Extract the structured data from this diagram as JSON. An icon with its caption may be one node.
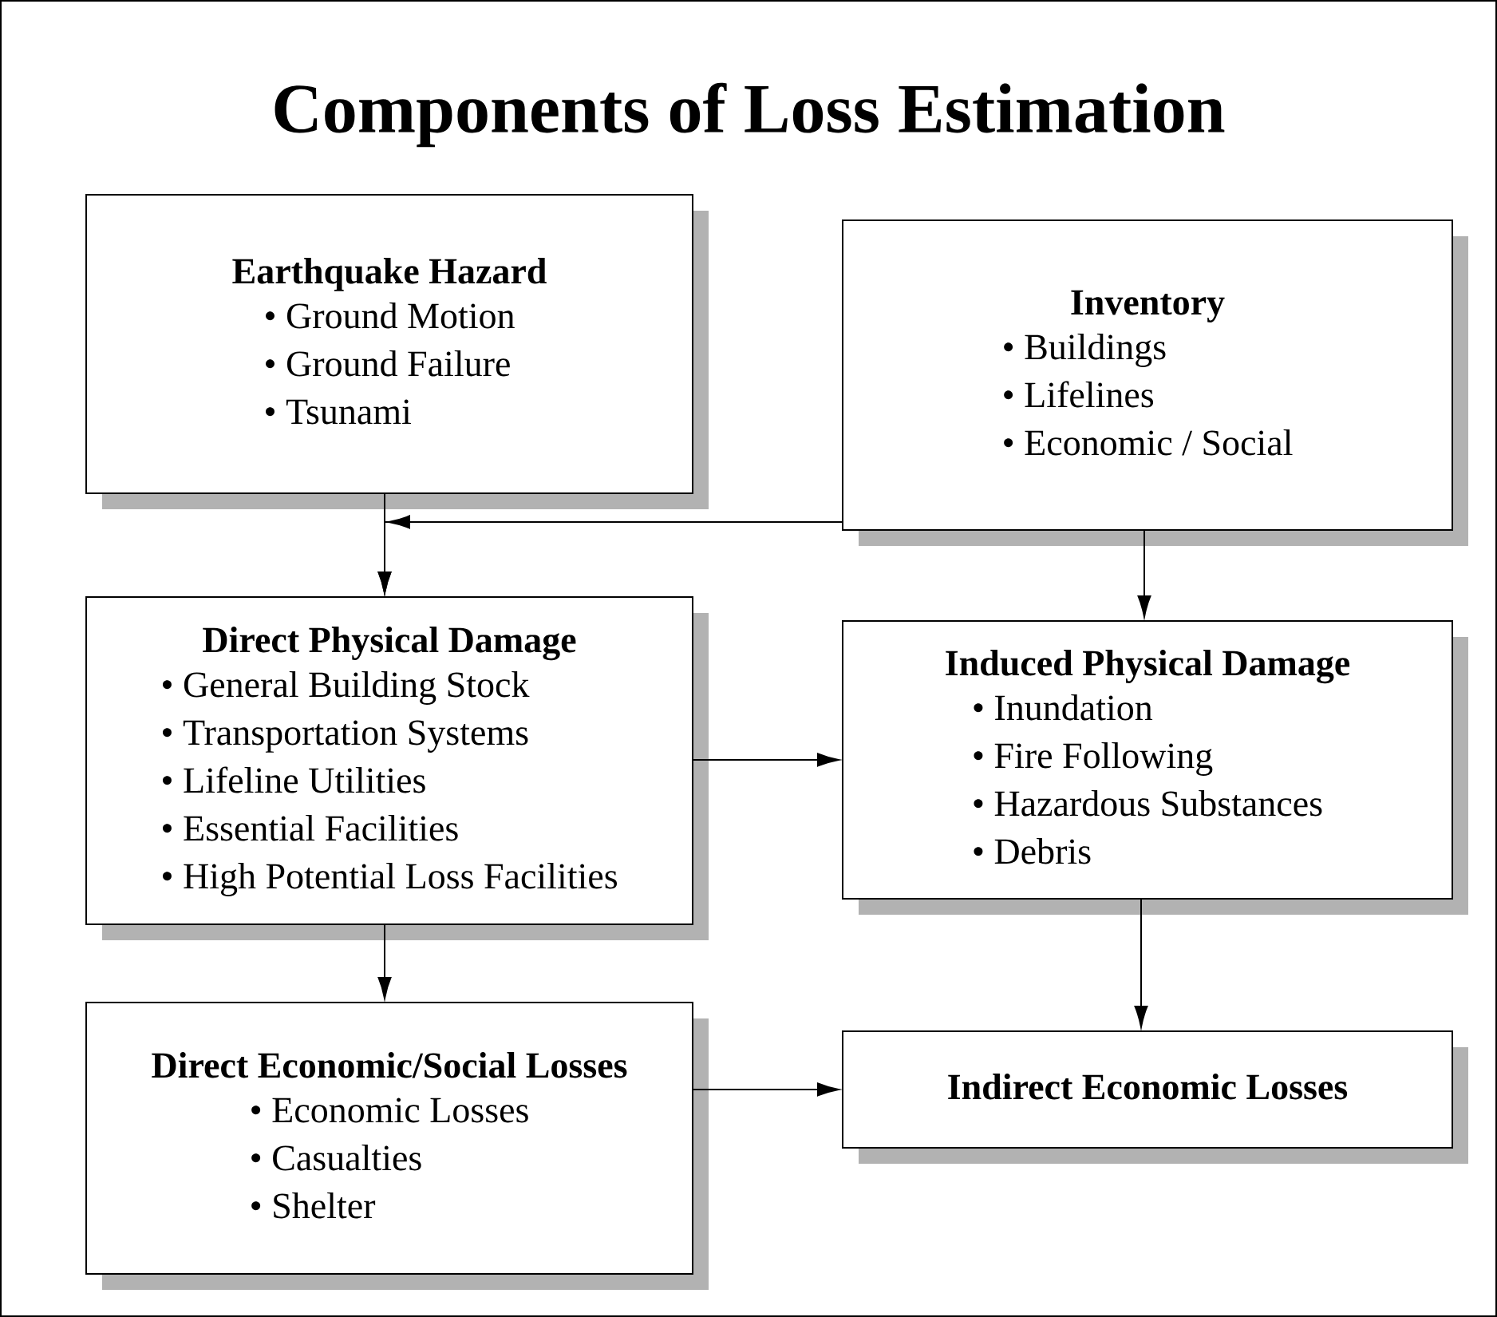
{
  "diagram": {
    "title": "Components of Loss Estimation",
    "nodes": [
      {
        "text": [
          "Earthquake Hazard",
          "• Ground Motion",
          "• Ground Failure",
          "• Tsunami"
        ]
      },
      {
        "text": [
          "Inventory",
          "• Buildings",
          "• Lifelines",
          "• Economic / Social"
        ]
      },
      {
        "text": [
          "Direct Physical Damage",
          "• General Building Stock",
          "• Transportation Systems",
          "• Lifeline Utilities",
          "• Essential Facilities",
          "• High Potential Loss Facilities"
        ]
      },
      {
        "text": [
          "Induced Physical Damage",
          "• Inundation",
          "• Fire Following",
          "• Hazardous Substances",
          "• Debris"
        ]
      },
      {
        "text": [
          "Direct Economic/Social Losses",
          "• Economic Losses",
          "• Casualties",
          "• Shelter"
        ]
      },
      {
        "text": [
          "Indirect Economic Losses"
        ]
      }
    ],
    "edges": [
      {
        "from": 0,
        "to": 2,
        "arrow": "to"
      },
      {
        "from": 1,
        "to": 2,
        "arrow": "to"
      },
      {
        "from": 1,
        "to": 3,
        "arrow": "to"
      },
      {
        "from": 2,
        "to": 3,
        "arrow": "to"
      },
      {
        "from": 2,
        "to": 4,
        "arrow": "to"
      },
      {
        "from": 3,
        "to": 5,
        "arrow": "to"
      },
      {
        "from": 4,
        "to": 5,
        "arrow": "to"
      }
    ]
  }
}
